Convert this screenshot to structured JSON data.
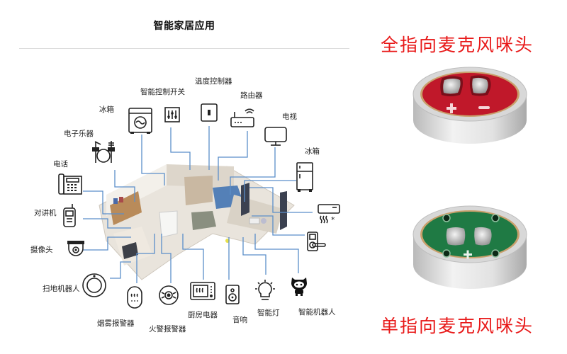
{
  "left_panel": {
    "title": "智能家居应用",
    "devices": [
      {
        "id": "fridge_top",
        "label": "冰箱",
        "icon": "washing-machine-icon"
      },
      {
        "id": "smart_switch",
        "label": "智能控制开关",
        "icon": "control-panel-icon"
      },
      {
        "id": "thermostat",
        "label": "温度控制器",
        "icon": "thermostat-icon"
      },
      {
        "id": "router",
        "label": "路由器",
        "icon": "router-icon"
      },
      {
        "id": "tv",
        "label": "电视",
        "icon": "tv-icon"
      },
      {
        "id": "fridge_right",
        "label": "冰箱",
        "icon": "fridge-icon"
      },
      {
        "id": "instrument",
        "label": "电子乐器",
        "icon": "drum-kit-icon"
      },
      {
        "id": "phone",
        "label": "电话",
        "icon": "telephone-icon"
      },
      {
        "id": "intercom",
        "label": "对讲机",
        "icon": "walkie-talkie-icon"
      },
      {
        "id": "camera",
        "label": "摄像头",
        "icon": "dome-camera-icon"
      },
      {
        "id": "vacuum",
        "label": "扫地机器人",
        "icon": "robot-vacuum-icon"
      },
      {
        "id": "smoke",
        "label": "烟雾报警器",
        "icon": "smoke-detector-icon"
      },
      {
        "id": "fire",
        "label": "火警报警器",
        "icon": "fire-alarm-icon"
      },
      {
        "id": "kitchen",
        "label": "厨房电器",
        "icon": "microwave-icon"
      },
      {
        "id": "speaker",
        "label": "音响",
        "icon": "speaker-icon"
      },
      {
        "id": "lamp",
        "label": "智能灯",
        "icon": "light-bulb-icon"
      },
      {
        "id": "robot",
        "label": "智能机器人",
        "icon": "robot-icon"
      },
      {
        "id": "ac",
        "label": "",
        "icon": "air-conditioner-icon"
      },
      {
        "id": "lock",
        "label": "",
        "icon": "smart-lock-icon"
      }
    ],
    "line_color": "#5b8ec9"
  },
  "right_panel": {
    "omni_title": "全指向麦克风咪头",
    "omni_board_color": "#c0182a",
    "omni_marks": [
      "+",
      "−"
    ],
    "uni_title": "单指向麦克风咪头",
    "uni_board_color": "#1f7a44",
    "uni_marks": [
      "+"
    ],
    "title_color": "#e81818"
  }
}
